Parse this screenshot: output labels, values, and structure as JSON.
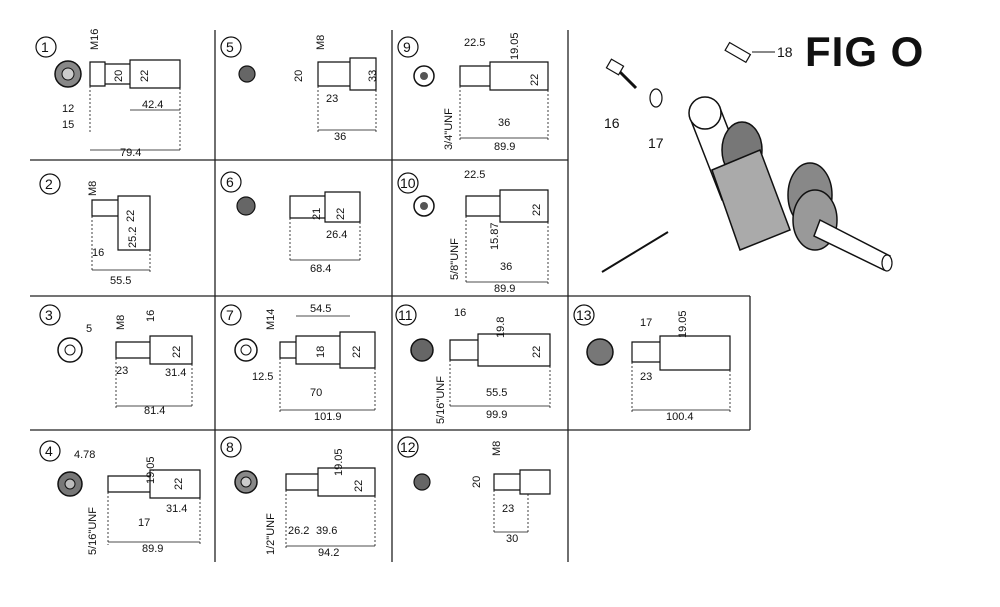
{
  "figure": {
    "title": "FIG O",
    "part_callouts": [
      {
        "number": "16"
      },
      {
        "number": "17"
      },
      {
        "number": "18"
      }
    ]
  },
  "shafts": [
    {
      "id": "1",
      "labels": [
        "M16",
        "20",
        "22",
        "12",
        "42.4",
        "15",
        "79.4"
      ]
    },
    {
      "id": "2",
      "labels": [
        "M8",
        "22",
        "16",
        "25.2",
        "55.5"
      ]
    },
    {
      "id": "3",
      "labels": [
        "5",
        "M8",
        "16",
        "22",
        "23",
        "31.4",
        "81.4"
      ]
    },
    {
      "id": "4",
      "labels": [
        "4.78",
        "19.05",
        "22",
        "5/16\"UNF",
        "17",
        "31.4",
        "89.9"
      ]
    },
    {
      "id": "5",
      "labels": [
        "M8",
        "20",
        "33",
        "23",
        "36"
      ]
    },
    {
      "id": "6",
      "labels": [
        "21",
        "22",
        "26.4",
        "68.4"
      ]
    },
    {
      "id": "7",
      "labels": [
        "M14",
        "54.5",
        "18",
        "22",
        "12.5",
        "70",
        "101.9"
      ]
    },
    {
      "id": "8",
      "labels": [
        "19.05",
        "22",
        "1/2\"UNF",
        "26.2",
        "39.6",
        "94.2"
      ]
    },
    {
      "id": "9",
      "labels": [
        "22.5",
        "19.05",
        "22",
        "3/4\"UNF",
        "36",
        "89.9"
      ]
    },
    {
      "id": "10",
      "labels": [
        "22.5",
        "22",
        "5/8\"UNF",
        "15.87",
        "36",
        "89.9"
      ]
    },
    {
      "id": "11",
      "labels": [
        "16",
        "19.8",
        "22",
        "5/16\"UNF",
        "55.5",
        "99.9"
      ]
    },
    {
      "id": "12",
      "labels": [
        "M8",
        "20",
        "23",
        "30"
      ]
    },
    {
      "id": "13",
      "labels": [
        "17",
        "19.05",
        "23",
        "100.4"
      ]
    }
  ]
}
